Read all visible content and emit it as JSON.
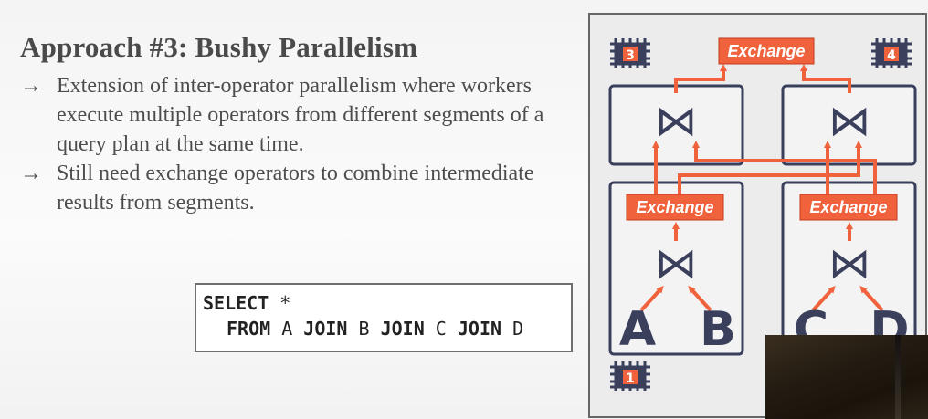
{
  "slide": {
    "title": "Approach #3: Bushy Parallelism",
    "bullets": [
      {
        "arrow": "→",
        "text": "Extension of inter-operator parallelism where workers execute multiple operators from different segments of a query plan at the same time."
      },
      {
        "arrow": "→",
        "text": "Still need exchange operators to combine intermediate results from segments."
      }
    ]
  },
  "sql": {
    "line1": {
      "select": "SELECT",
      "star": " *"
    },
    "line2": {
      "from": "FROM",
      "a": " A ",
      "join1": "JOIN",
      "b": " B ",
      "join2": "JOIN",
      "c": " C ",
      "join3": "JOIN",
      "d": " D"
    }
  },
  "diagram": {
    "exchange_top": "Exchange",
    "exchange_left": "Exchange",
    "exchange_right": "Exchange",
    "join_symbol": "⋈",
    "tables": [
      "A",
      "B",
      "C",
      "D"
    ],
    "cpu_labels": {
      "top_left": "3",
      "top_right": "4",
      "bottom_left": "1"
    },
    "colors": {
      "accent": "#f0623c",
      "box_border": "#3a3f5c",
      "frame": "#666666",
      "panel": "#ececec"
    }
  }
}
